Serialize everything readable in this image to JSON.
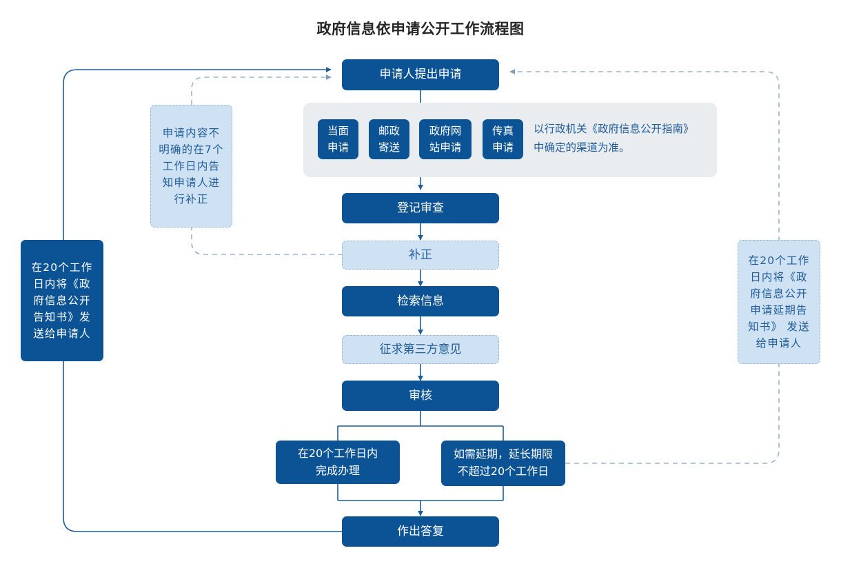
{
  "title": "政府信息依申请公开工作流程图",
  "colors": {
    "primary": "#0B5394",
    "light_fill": "#CFE2F3",
    "light_text": "#1F5C99",
    "panel_fill": "#E9EDF0",
    "line": "#1F5C99",
    "dashed_line": "#9BB4CC",
    "title_text": "#262626"
  },
  "nodes": {
    "start": "申请人提出申请",
    "channels": [
      "当面\n申请",
      "邮政\n寄送",
      "政府网\n站申请",
      "传真\n申请"
    ],
    "channel_note": "以行政机关《政府信息公开指南》\n中确定的渠道为准。",
    "register_review": "登记审查",
    "supplement": "补正",
    "retrieve_info": "检索信息",
    "third_party": "征求第三方意见",
    "audit": "审核",
    "complete_in_20": "在20个工作日内\n完成办理",
    "extension": "如需延期，延长期限\n不超过20个工作日",
    "reply": "作出答复"
  },
  "side_notes": {
    "left_supplement": "申请内容不\n明确的在7个\n工作日内告\n知申请人进\n行补正",
    "left_notice": "在20个工作\n日内将《政\n府信息公开\n告知书》发\n送给申请人",
    "right_extension": "在20个工作\n日内将《政\n府信息公开\n申请延期告\n知书》 发送\n给申请人"
  },
  "chart_data": {
    "type": "diagram",
    "title": "政府信息依申请公开工作流程图",
    "nodes": [
      {
        "id": "start",
        "label": "申请人提出申请",
        "style": "solid"
      },
      {
        "id": "ch1",
        "label": "当面申请",
        "style": "solid"
      },
      {
        "id": "ch2",
        "label": "邮政寄送",
        "style": "solid"
      },
      {
        "id": "ch3",
        "label": "政府网站申请",
        "style": "solid"
      },
      {
        "id": "ch4",
        "label": "传真申请",
        "style": "solid"
      },
      {
        "id": "register",
        "label": "登记审查",
        "style": "solid"
      },
      {
        "id": "supplement",
        "label": "补正",
        "style": "light"
      },
      {
        "id": "retrieve",
        "label": "检索信息",
        "style": "solid"
      },
      {
        "id": "third",
        "label": "征求第三方意见",
        "style": "light"
      },
      {
        "id": "audit",
        "label": "审核",
        "style": "solid"
      },
      {
        "id": "complete",
        "label": "在20个工作日内完成办理",
        "style": "solid"
      },
      {
        "id": "extend",
        "label": "如需延期，延长期限不超过20个工作日",
        "style": "solid"
      },
      {
        "id": "reply",
        "label": "作出答复",
        "style": "solid"
      },
      {
        "id": "note_left_sup",
        "label": "申请内容不明确的在7个工作日内告知申请人进行补正",
        "style": "light"
      },
      {
        "id": "note_left_notice",
        "label": "在20个工作日内将《政府信息公开告知书》发送给申请人",
        "style": "solid"
      },
      {
        "id": "note_right_ext",
        "label": "在20个工作日内将《政府信息公开申请延期告知书》 发送给申请人",
        "style": "light"
      }
    ],
    "edges": [
      {
        "from": "start",
        "to": "ch1",
        "style": "solid"
      },
      {
        "from": "start",
        "to": "ch2",
        "style": "solid"
      },
      {
        "from": "start",
        "to": "ch3",
        "style": "solid"
      },
      {
        "from": "start",
        "to": "ch4",
        "style": "solid"
      },
      {
        "from": "channels",
        "to": "register",
        "style": "solid"
      },
      {
        "from": "register",
        "to": "supplement",
        "style": "solid"
      },
      {
        "from": "supplement",
        "to": "start",
        "style": "dashed"
      },
      {
        "from": "supplement",
        "to": "retrieve",
        "style": "solid"
      },
      {
        "from": "retrieve",
        "to": "third",
        "style": "solid"
      },
      {
        "from": "third",
        "to": "audit",
        "style": "solid"
      },
      {
        "from": "audit",
        "to": "complete",
        "style": "solid"
      },
      {
        "from": "audit",
        "to": "extend",
        "style": "solid"
      },
      {
        "from": "complete",
        "to": "reply",
        "style": "solid"
      },
      {
        "from": "extend",
        "to": "reply",
        "style": "solid"
      },
      {
        "from": "extend",
        "to": "start",
        "style": "dashed"
      },
      {
        "from": "reply",
        "to": "start",
        "style": "solid"
      }
    ]
  }
}
